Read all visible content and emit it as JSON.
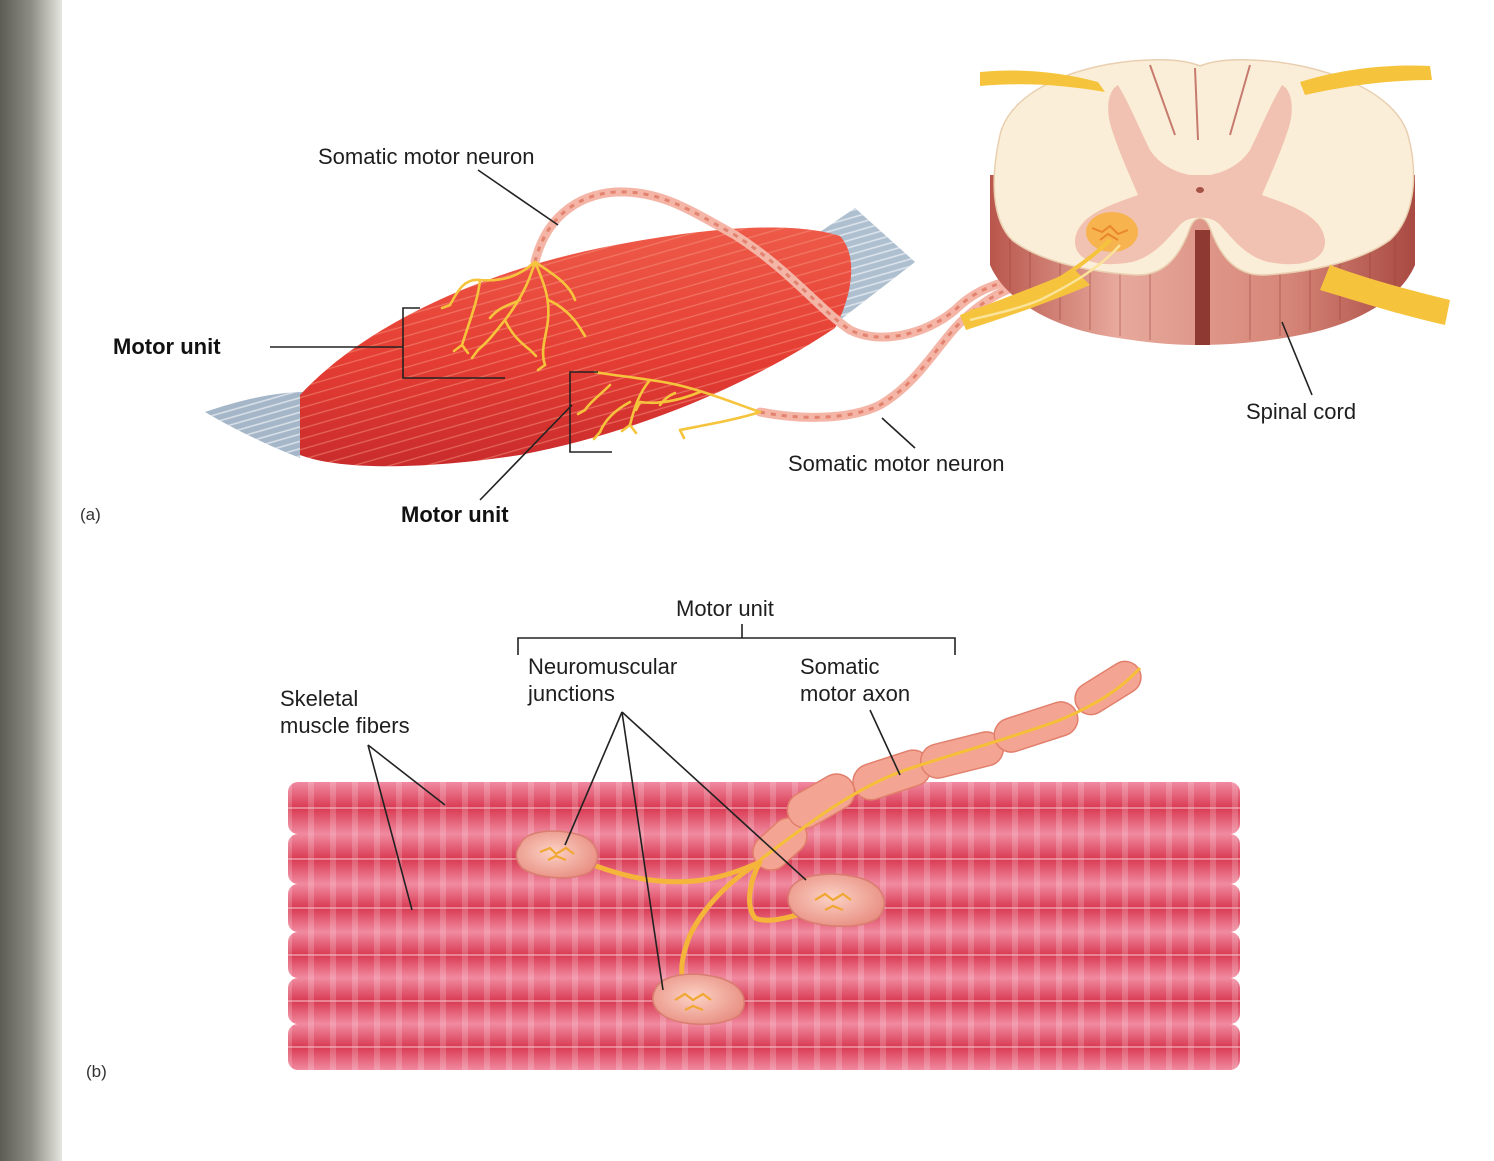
{
  "panel_a": {
    "tag": "(a)",
    "labels": {
      "somatic_motor_neuron_top": "Somatic motor neuron",
      "motor_unit_left": "Motor unit",
      "motor_unit_bottom": "Motor unit",
      "somatic_motor_neuron_bottom": "Somatic motor neuron",
      "spinal_cord": "Spinal cord"
    }
  },
  "panel_b": {
    "tag": "(b)",
    "labels": {
      "motor_unit": "Motor unit",
      "neuromuscular_junctions": [
        "Neuromuscular",
        "junctions"
      ],
      "somatic_motor_axon": [
        "Somatic",
        "motor axon"
      ],
      "skeletal_muscle_fibers": [
        "Skeletal",
        "muscle fibers"
      ]
    }
  },
  "colors": {
    "muscle": "#e8453a",
    "tendon": "#9fb2c6",
    "nerve": "#f4c33a",
    "axon_sheath": "#f0a79a",
    "grey_matter": "#f2c3b6",
    "white_matter": "#fbecd5",
    "fiber_band": "#df4d60"
  }
}
